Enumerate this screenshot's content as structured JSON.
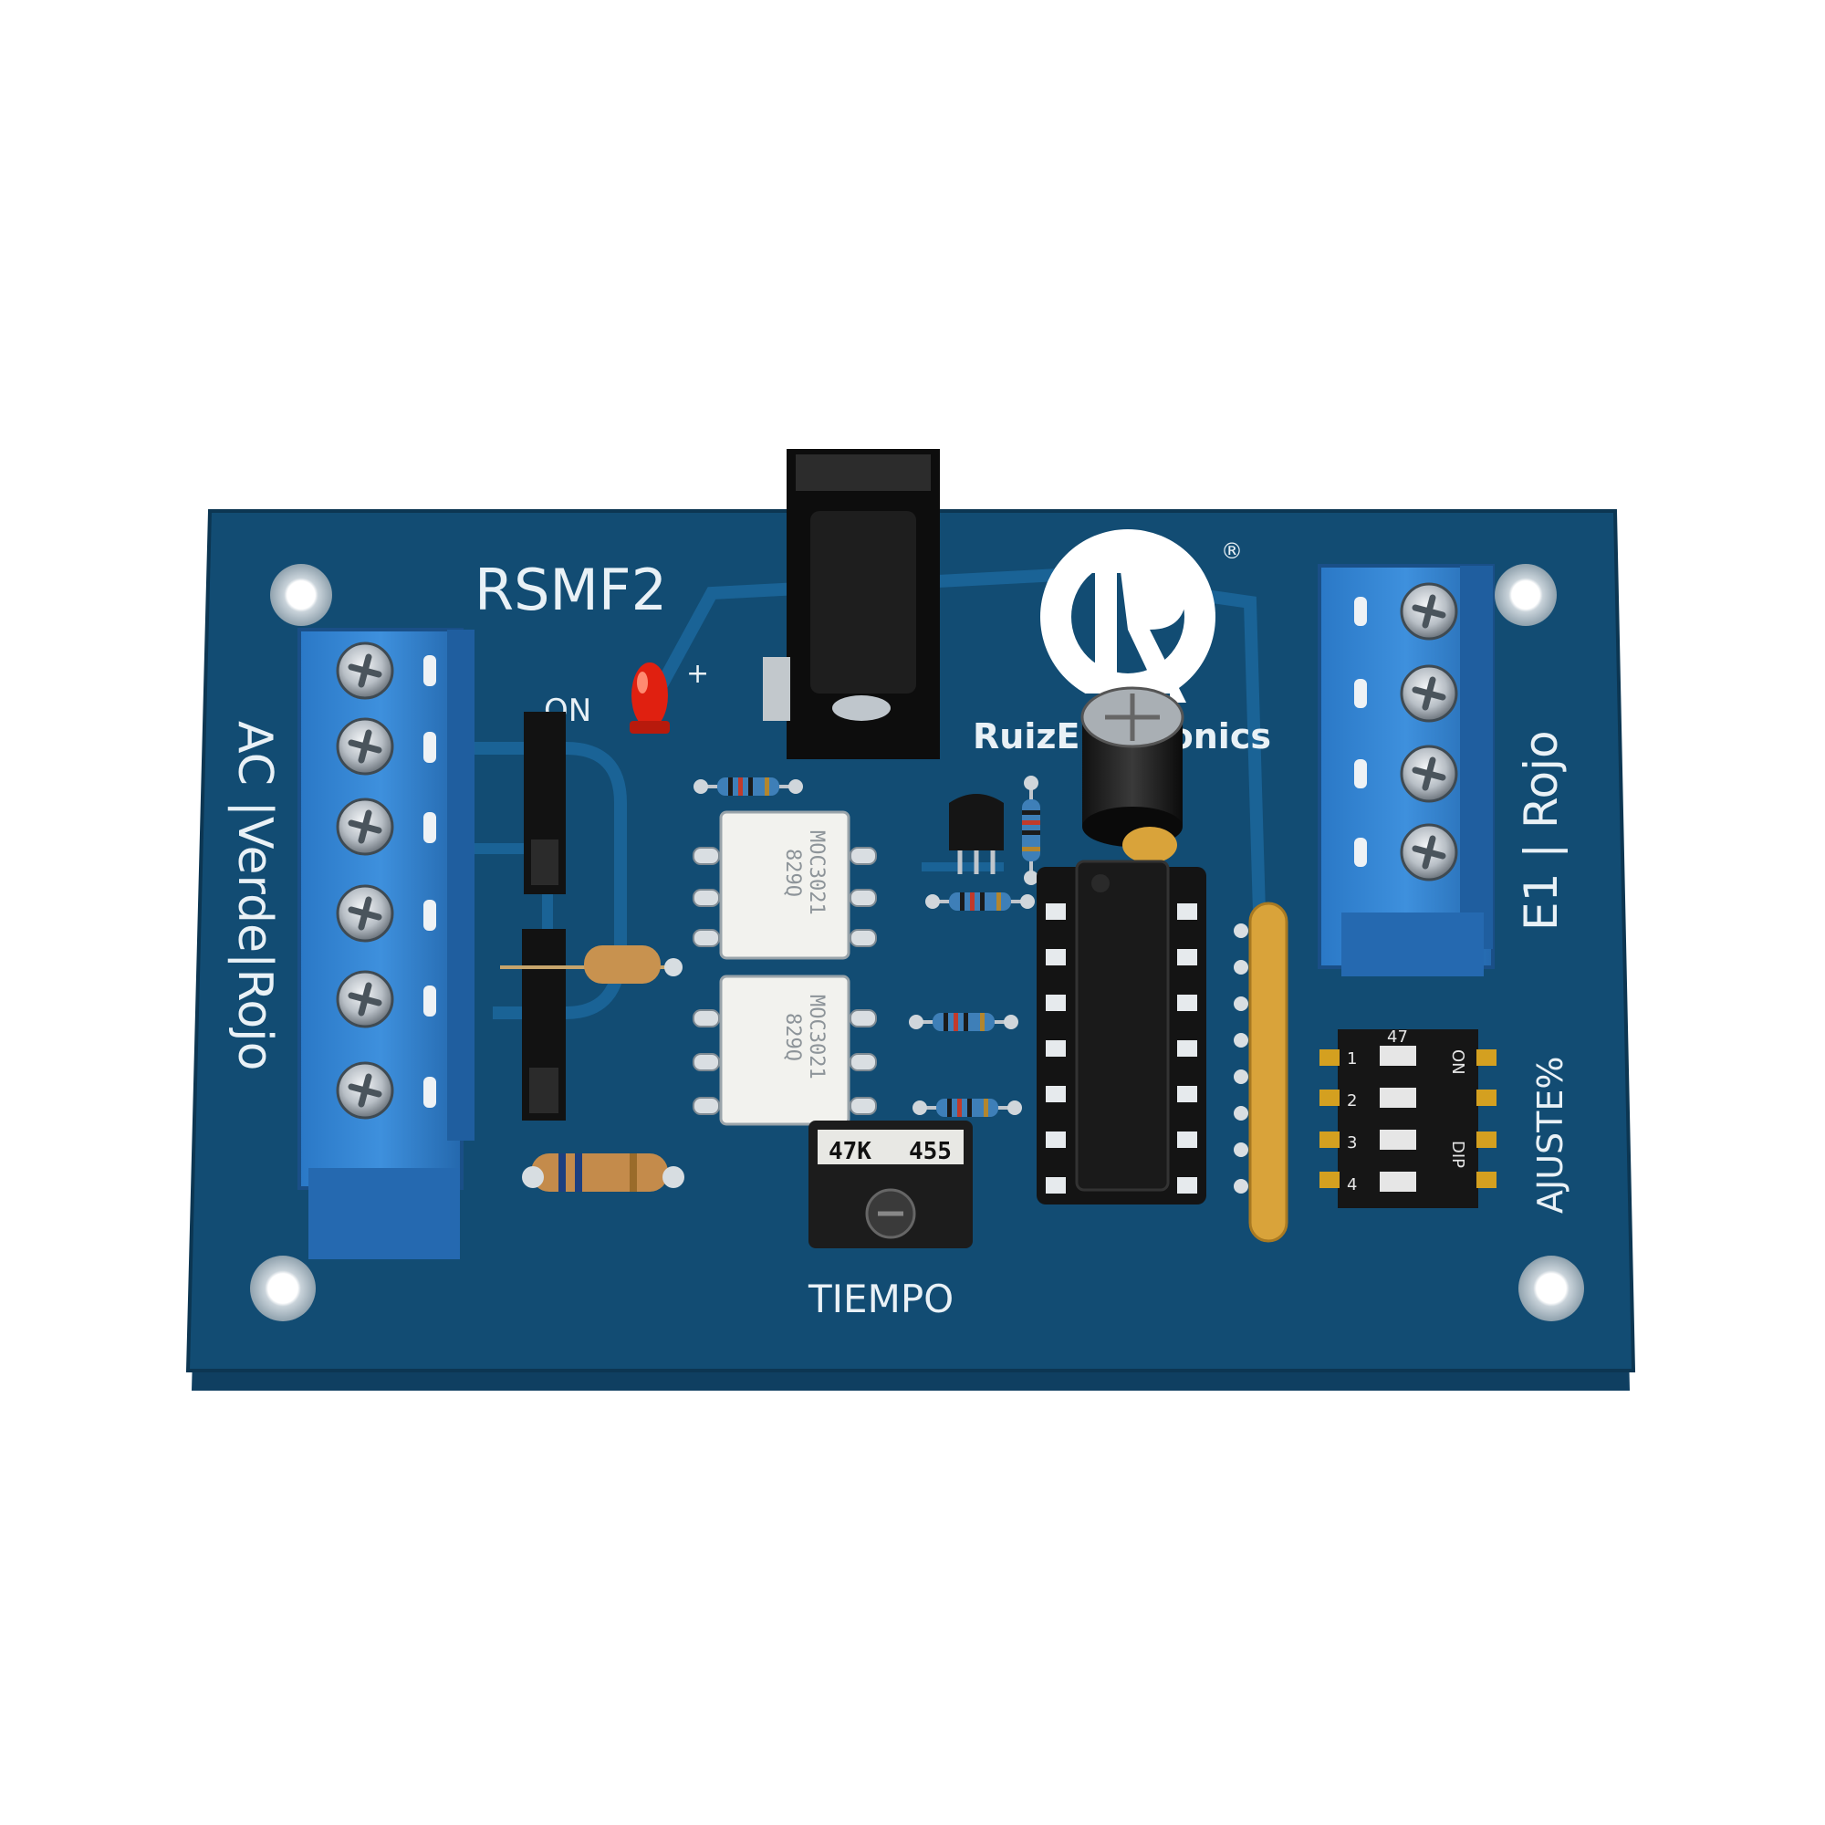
{
  "board": {
    "model": "RSMF2",
    "brand": "RuizElectronics",
    "registered_mark": "®",
    "led_label": "ON",
    "led_plus": "+",
    "left_connector_label": "AC |Verde|Rojo",
    "right_connector_label": "E1 | Rojo",
    "dip_label": "AJUSTE%",
    "pot_label": "TIEMPO",
    "pot_marking": "47K",
    "pot_code": "455",
    "optocoupler_part": "MOC3021",
    "optocoupler_code": "829Q",
    "dip_switch_numbers": [
      "1",
      "2",
      "3",
      "4"
    ],
    "dip_switch_text_on": "ON",
    "dip_switch_text_dip": "DIP",
    "dip_switch_code": "47"
  },
  "colors": {
    "pcb": "#124c73",
    "pcb_trace": "#1a6396",
    "terminal_block": "#2e7fcf",
    "silkscreen": "#e9f1f6",
    "capacitor": "#d9a33a",
    "led": "#e02010"
  },
  "icons": {
    "logo": "ruiz-electronics-r-logo",
    "screws": "phillips-screw-icon"
  }
}
